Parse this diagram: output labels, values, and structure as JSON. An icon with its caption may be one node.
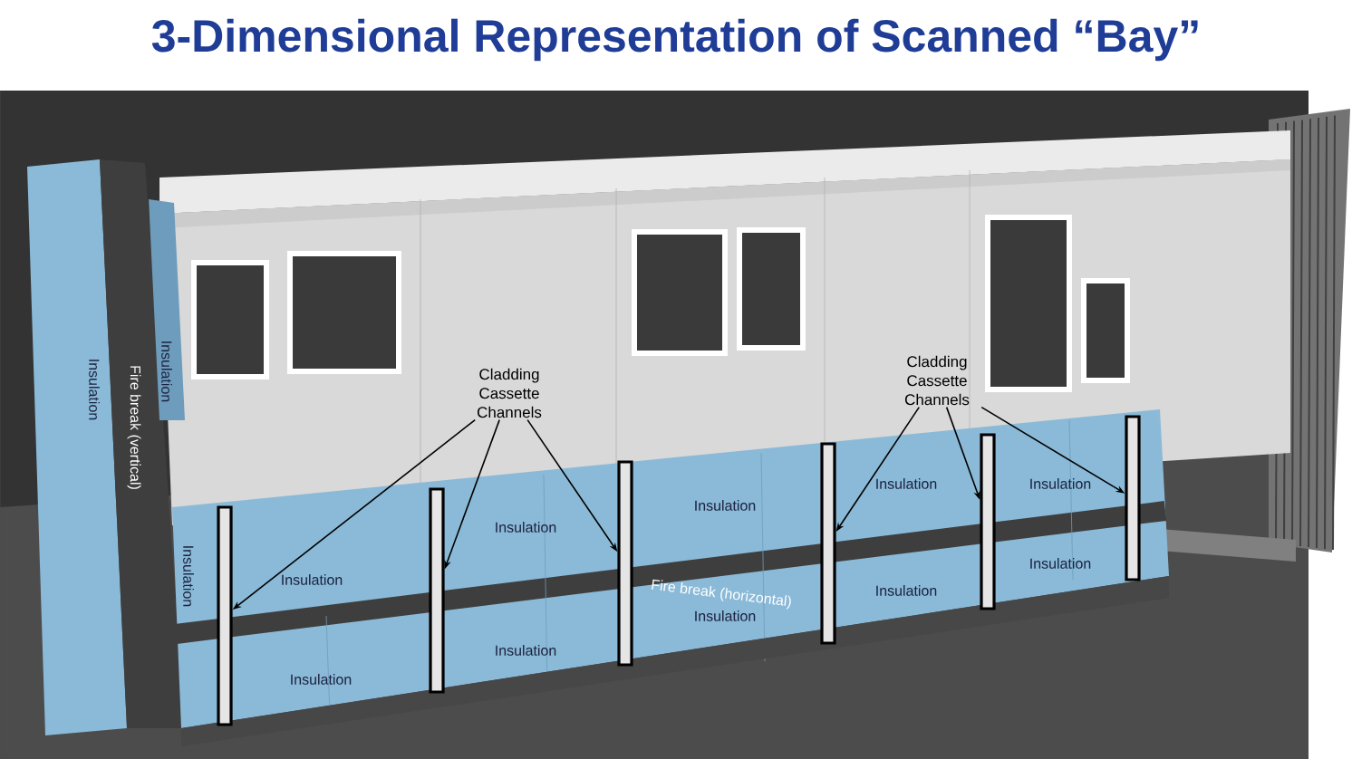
{
  "diagram": {
    "title": "3-Dimensional Representation of Scanned “Bay”",
    "nodes": [
      {
        "text": [
          "Cladding Cassette Channels"
        ]
      },
      {
        "text": [
          "Cladding Cassette Channels"
        ]
      },
      {
        "text": [],
        "shape": "bar"
      },
      {
        "text": [],
        "shape": "bar"
      },
      {
        "text": [],
        "shape": "bar"
      },
      {
        "text": [],
        "shape": "bar"
      },
      {
        "text": [],
        "shape": "bar"
      },
      {
        "text": [],
        "shape": "bar"
      }
    ],
    "edges": [
      {
        "from": 0,
        "to": 2,
        "arrow": "to"
      },
      {
        "from": 0,
        "to": 3,
        "arrow": "to"
      },
      {
        "from": 0,
        "to": 4,
        "arrow": "to"
      },
      {
        "from": 1,
        "to": 5,
        "arrow": "to"
      },
      {
        "from": 1,
        "to": 6,
        "arrow": "to"
      },
      {
        "from": 1,
        "to": 7,
        "arrow": "to"
      }
    ],
    "labels": [
      "Insulation",
      "Fire break (vertical)",
      "Insulation",
      "Insulation",
      "Insulation",
      "Insulation",
      "Insulation",
      "Insulation",
      "Insulation",
      "Fire break (horizontal)",
      "Insulation",
      "Insulation",
      "Insulation",
      "Insulation",
      "Insulation"
    ]
  }
}
